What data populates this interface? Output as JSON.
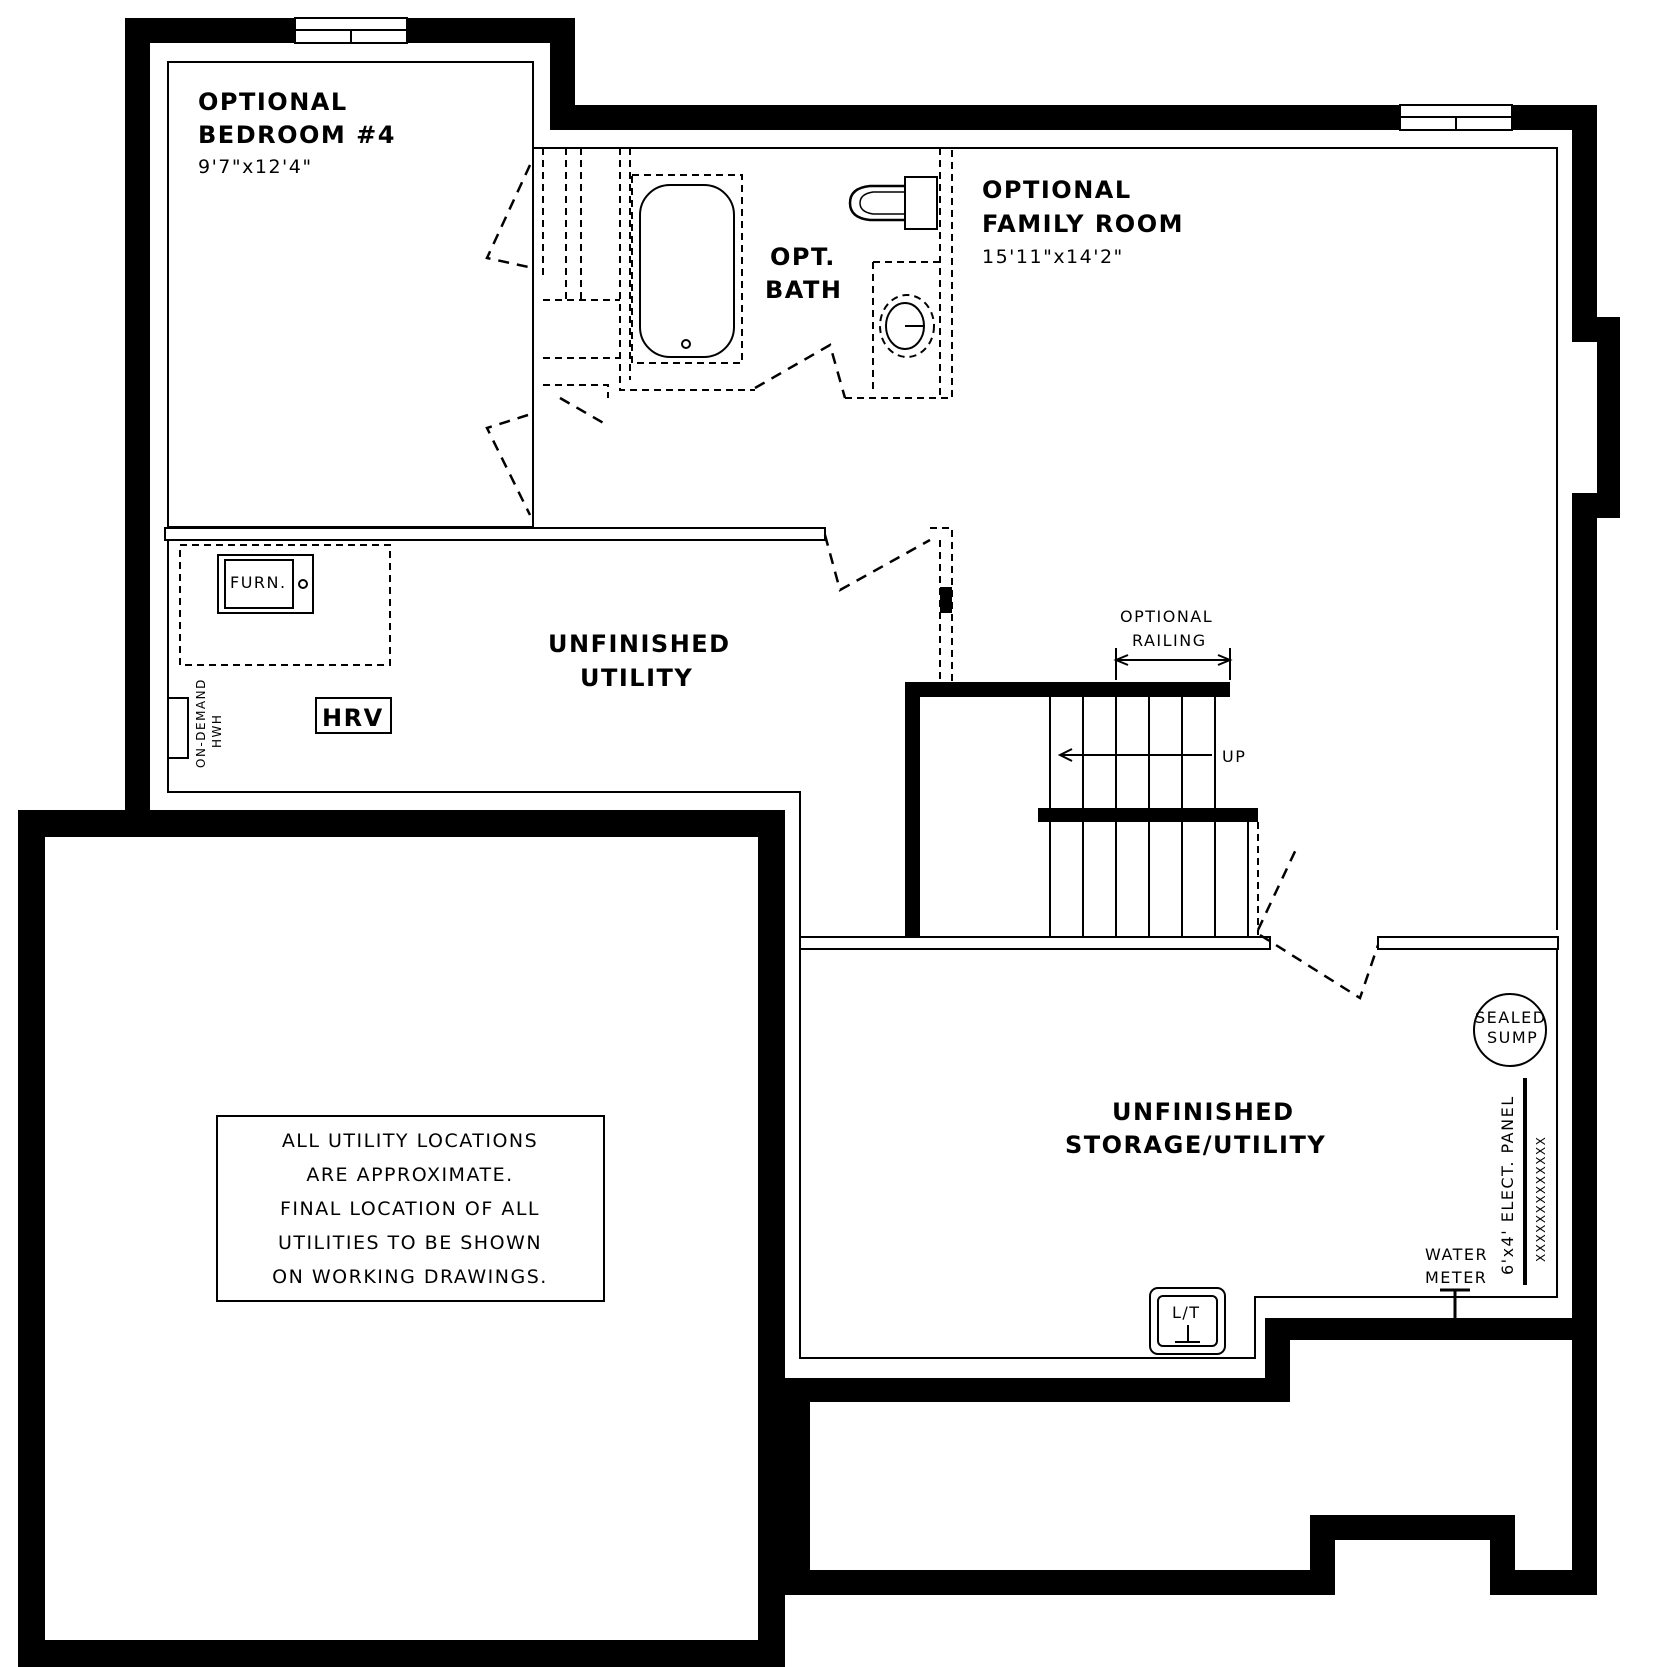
{
  "rooms": {
    "bedroom": {
      "line1": "OPTIONAL",
      "line2": "BEDROOM #4",
      "dims": "9'7\"x12'4\""
    },
    "bath": {
      "line1": "OPT.",
      "line2": "BATH"
    },
    "family": {
      "line1": "OPTIONAL",
      "line2": "FAMILY ROOM",
      "dims": "15'11\"x14'2\""
    },
    "utility": {
      "line1": "UNFINISHED",
      "line2": "UTILITY"
    },
    "storage": {
      "line1": "UNFINISHED",
      "line2": "STORAGE/UTILITY"
    }
  },
  "fixtures": {
    "furnace": "FURN.",
    "hrv": "HRV",
    "water_heater_line1": "ON-DEMAND",
    "water_heater_line2": "HWH",
    "sump_line1": "SEALED",
    "sump_line2": "SUMP",
    "panel": "6'x4' ELECT. PANEL",
    "panel_marks": "XXXXXXXXXXXXX",
    "water_meter_line1": "WATER",
    "water_meter_line2": "METER",
    "laundry_tub": "L/T"
  },
  "stairs": {
    "railing_line1": "OPTIONAL",
    "railing_line2": "RAILING",
    "direction": "UP"
  },
  "note": {
    "line1": "ALL UTILITY LOCATIONS",
    "line2": "ARE APPROXIMATE.",
    "line3": "FINAL LOCATION OF ALL",
    "line4": "UTILITIES TO BE SHOWN",
    "line5": "ON WORKING DRAWINGS."
  }
}
